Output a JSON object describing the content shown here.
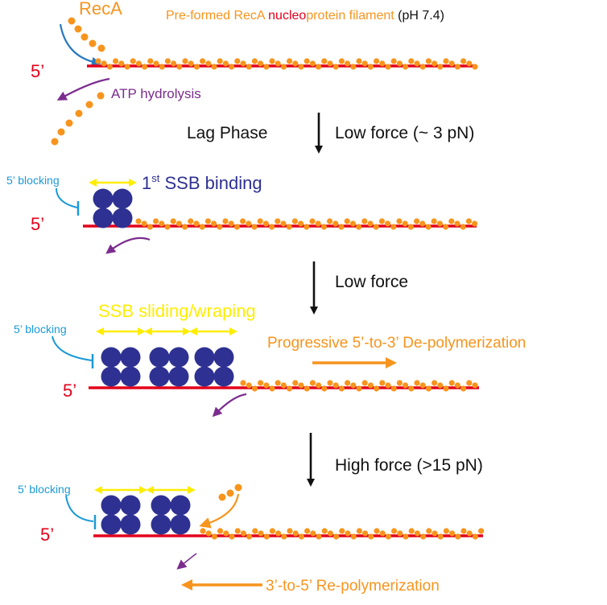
{
  "colors": {
    "orange": "#f7941d",
    "red": "#e3001b",
    "purple": "#7b2d8e",
    "navy": "#2e3192",
    "cyan": "#1b9ad6",
    "yellow": "#ffed00",
    "black": "#111111"
  },
  "title": {
    "prefix": "Pre-formed RecA ",
    "highlight": "nucleo",
    "middle": "protein filament",
    "suffix": " (pH 7.4)"
  },
  "panel1": {
    "reca_label": "RecA",
    "five_prime": "5’",
    "atp_label": "ATP hydrolysis"
  },
  "step1": {
    "left": "Lag Phase",
    "right": "Low force (~ 3 pN)"
  },
  "panel2": {
    "blocking": "5’ blocking",
    "ssb_label_sup_base": "1",
    "ssb_label_sup": "st",
    "ssb_label_rest": " SSB binding",
    "five_prime": "5’"
  },
  "step2": {
    "right": "Low force"
  },
  "panel3": {
    "sliding": "SSB sliding/wraping",
    "blocking": "5’ blocking",
    "depoly": "Progressive 5’-to-3’ De-polymerization",
    "five_prime": "5’"
  },
  "step3": {
    "right": "High force (>15 pN)"
  },
  "panel4": {
    "blocking": "5’ blocking",
    "five_prime": "5’",
    "repoly": "3’-to-5’ Re-polymerization"
  }
}
